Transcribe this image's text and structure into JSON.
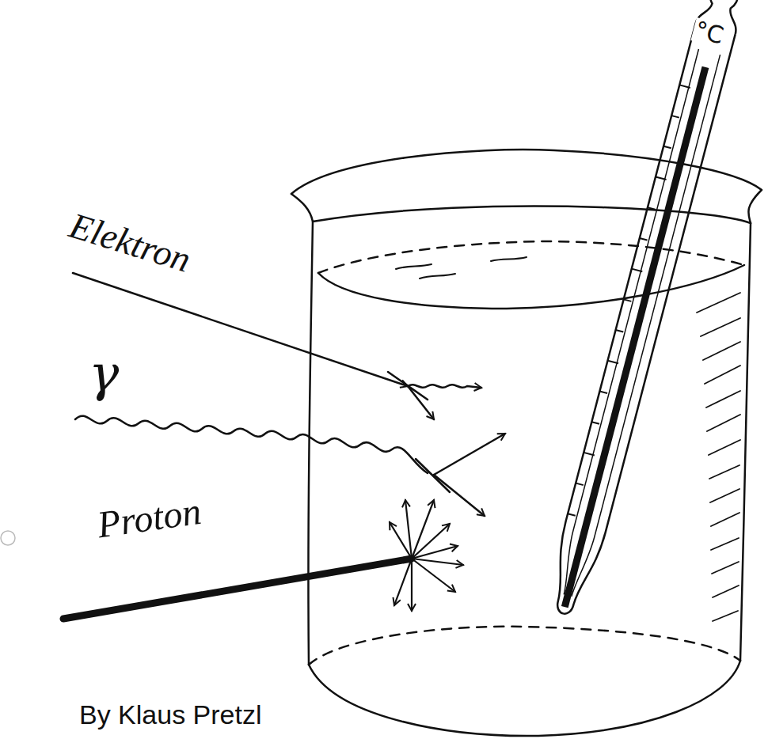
{
  "diagram": {
    "caption": "By Klaus Pretzl",
    "labels": [
      "Elektron",
      "γ",
      "Proton",
      "°C"
    ]
  }
}
